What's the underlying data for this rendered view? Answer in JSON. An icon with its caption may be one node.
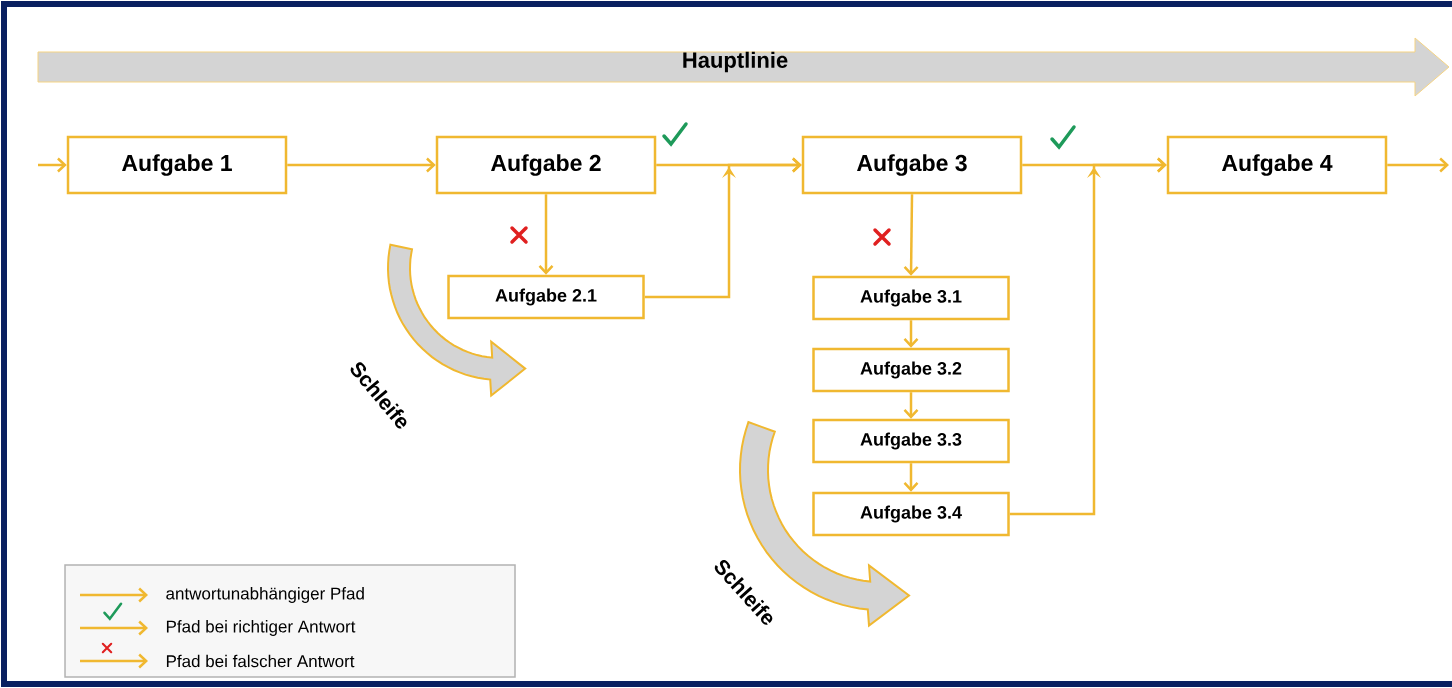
{
  "diagram": {
    "nodes": [
      {
        "text": [
          "Hauptlinie"
        ]
      },
      {
        "text": [
          "Aufgabe 1"
        ]
      },
      {
        "text": [
          "Aufgabe 2"
        ]
      },
      {
        "text": [
          "Aufgabe 2.1"
        ]
      },
      {
        "text": [
          "Aufgabe 3"
        ]
      },
      {
        "text": [
          "Aufgabe 3.1"
        ]
      },
      {
        "text": [
          "Aufgabe 3.2"
        ]
      },
      {
        "text": [
          "Aufgabe 3.3"
        ]
      },
      {
        "text": [
          "Aufgabe 3.4"
        ]
      },
      {
        "text": [
          "Aufgabe 4"
        ]
      },
      {
        "text": [],
        "shape": "arrow",
        "beside": [
          "Schleife"
        ]
      },
      {
        "text": [],
        "shape": "arrow",
        "beside": [
          "Schleife"
        ]
      }
    ],
    "edges": [
      {
        "from": null,
        "to": 1,
        "arrow": "to"
      },
      {
        "from": 1,
        "to": 2,
        "arrow": "to"
      },
      {
        "from": 2,
        "to": 4,
        "arrow": "to"
      },
      {
        "from": 2,
        "to": 3,
        "arrow": "to"
      },
      {
        "from": 3,
        "to": 4,
        "arrow": "to"
      },
      {
        "from": 4,
        "to": 5,
        "arrow": "to"
      },
      {
        "from": 5,
        "to": 6,
        "arrow": "to"
      },
      {
        "from": 6,
        "to": 7,
        "arrow": "to"
      },
      {
        "from": 7,
        "to": 8,
        "arrow": "to"
      },
      {
        "from": 4,
        "to": 9,
        "arrow": "to"
      },
      {
        "from": 8,
        "to": 9,
        "arrow": "to"
      },
      {
        "from": 9,
        "to": null,
        "arrow": "to"
      }
    ],
    "legend": [
      {
        "text": "antwortunabhängiger Pfad"
      },
      {
        "text": "Pfad bei richtiger Antwort"
      },
      {
        "text": "Pfad bei falscher Antwort"
      }
    ]
  }
}
